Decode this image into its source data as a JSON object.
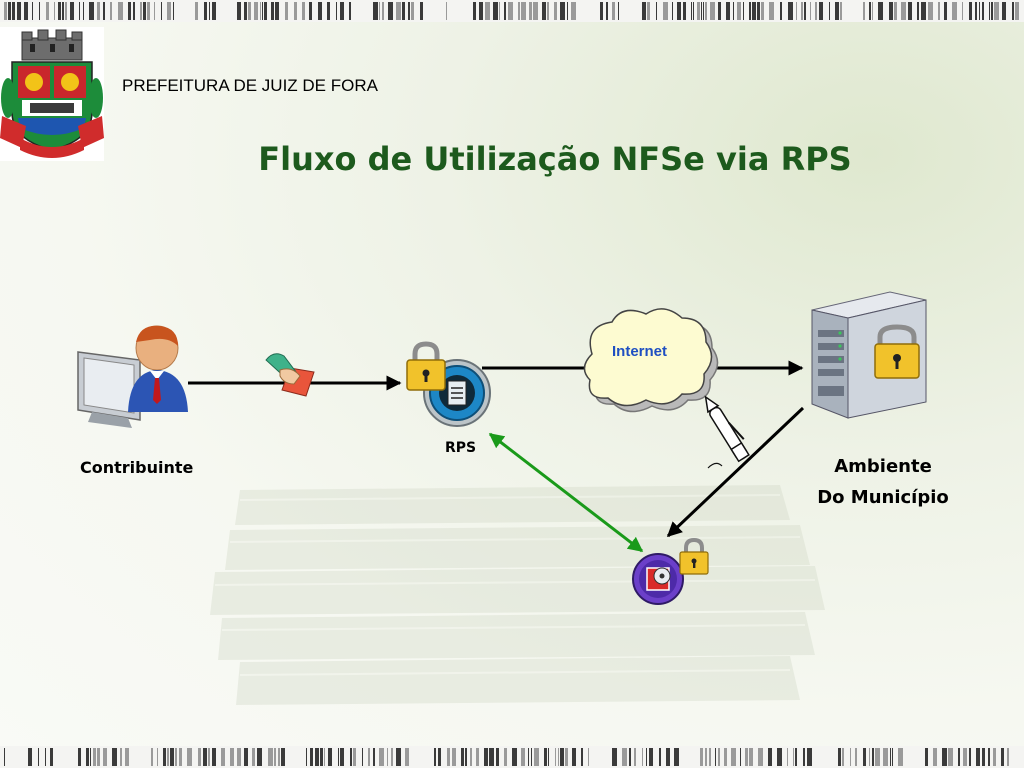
{
  "header": {
    "org_name": "PREFEITURA DE JUIZ DE FORA",
    "title": "Fluxo de Utilização NFSe via RPS"
  },
  "diagram": {
    "nodes": {
      "contribuinte": "Contribuinte",
      "rps": "RPS",
      "internet": "Internet",
      "ambiente_line1": "Ambiente",
      "ambiente_line2": "Do Município"
    },
    "icons": [
      "city-coat-of-arms-icon",
      "user-computer-icon",
      "handshake-document-icon",
      "padlock-icon",
      "rps-document-icon",
      "cloud-icon",
      "server-icon",
      "pen-icon",
      "cd-disc-icon"
    ]
  },
  "colors": {
    "title": "#1d5a1d",
    "internet_text": "#1f4fc2",
    "green_arrow": "#1a9a1a"
  }
}
